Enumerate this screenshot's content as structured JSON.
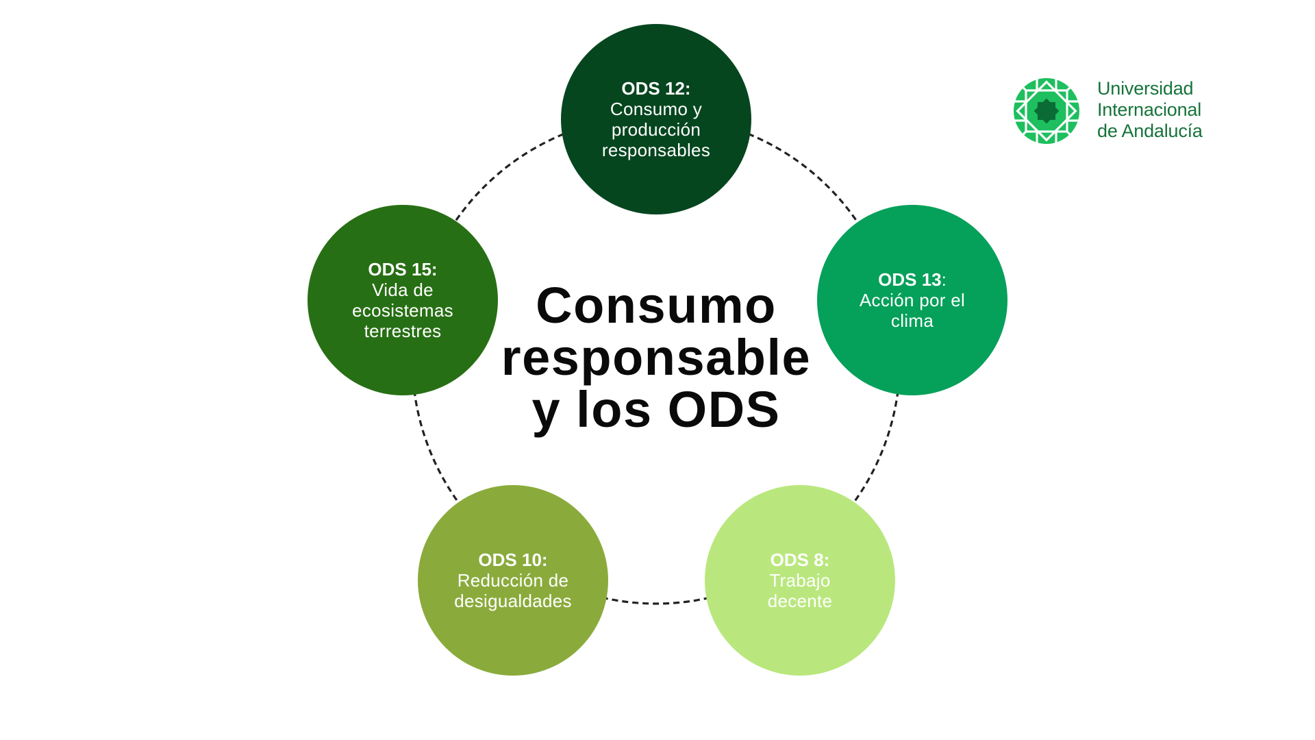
{
  "title": {
    "lines": [
      "Consumo",
      "responsable",
      "y los ODS"
    ]
  },
  "logo": {
    "icon": "uia-star-emblem-icon",
    "lines": [
      "Universidad",
      "Internacional",
      "de Andalucía"
    ],
    "colors": {
      "text": "#16733a",
      "outer": "#1dbf5e",
      "inner": "#0b6b35"
    }
  },
  "ring": {
    "style": "dashed",
    "color": "#222222"
  },
  "nodes": [
    {
      "label": "ODS 12:",
      "desc_lines": [
        "Consumo y",
        "producción",
        "responsables"
      ],
      "color": "#06461f"
    },
    {
      "label": "ODS 13",
      "label_suffix": ":",
      "desc_lines": [
        "Acción por el",
        "clima"
      ],
      "color": "#05a05a"
    },
    {
      "label": "ODS 8:",
      "desc_lines": [
        "Trabajo",
        "decente"
      ],
      "color": "#b9e77d"
    },
    {
      "label": "ODS 10:",
      "desc_lines": [
        "Reducción de",
        "desigualdades"
      ],
      "color": "#8aab3c"
    },
    {
      "label": "ODS 15:",
      "desc_lines": [
        "Vida de",
        "ecosistemas",
        "terrestres"
      ],
      "color": "#276f14"
    }
  ]
}
